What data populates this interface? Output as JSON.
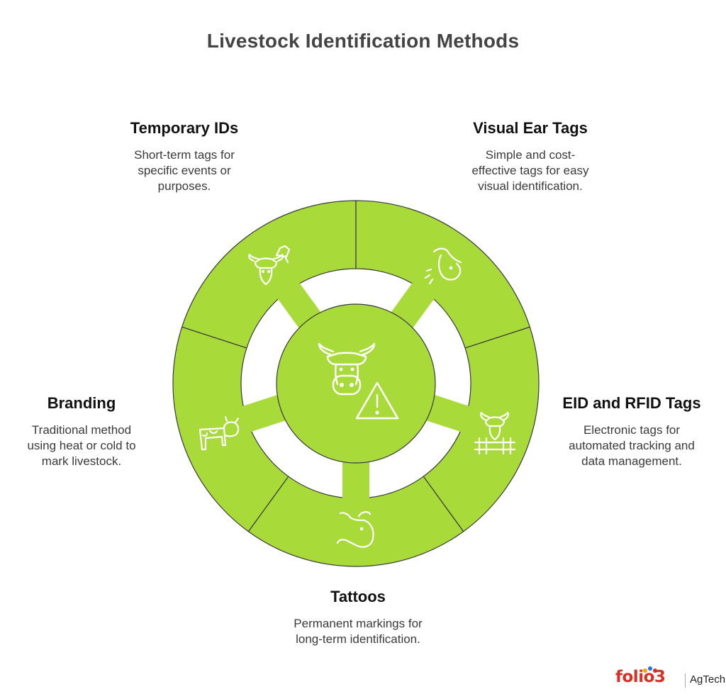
{
  "title": "Livestock Identification Methods",
  "center": {
    "icons": [
      "cow-head-icon",
      "warning-triangle-icon"
    ]
  },
  "segments": [
    {
      "heading": "Temporary IDs",
      "description": "Short-term tags for specific events or purposes.",
      "icon": "cow-head-with-tag-icon"
    },
    {
      "heading": "Visual Ear Tags",
      "description": "Simple and cost-effective tags for easy visual identification.",
      "icon": "cow-profile-icon"
    },
    {
      "heading": "EID and RFID Tags",
      "description": "Electronic tags for automated tracking and data management.",
      "icon": "cow-behind-fence-icon"
    },
    {
      "heading": "Tattoos",
      "description": "Permanent markings for long-term identification.",
      "icon": "cow-lying-icon"
    },
    {
      "heading": "Branding",
      "description": "Traditional method using heat or cold to mark livestock.",
      "icon": "spotted-cow-icon"
    }
  ],
  "logo": {
    "brand": "folio3",
    "suffix": "AgTech"
  },
  "colors": {
    "segment_fill": "#a8da3a",
    "segment_stroke": "#3a3a3a",
    "icon_stroke": "#ffffff",
    "brand": "#d93025"
  }
}
